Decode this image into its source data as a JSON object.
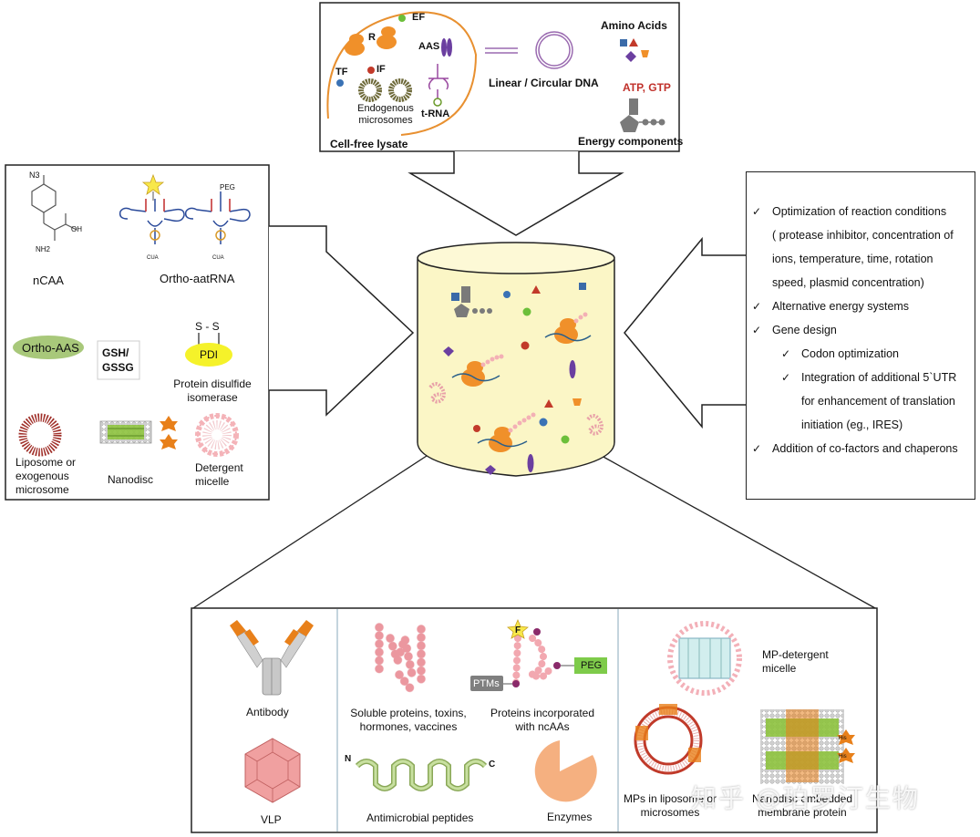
{
  "top_panel": {
    "lysate_label": "Cell-free lysate",
    "ef": "EF",
    "r": "R",
    "aas": "AAS",
    "tf": "TF",
    "if": "IF",
    "microsomes": "Endogenous\nmicrosomes",
    "trna": "t-RNA",
    "dna": "Linear / Circular DNA",
    "amino_acids": "Amino Acids",
    "atp_gtp": "ATP, GTP",
    "energy": "Energy components"
  },
  "left_panel": {
    "n3": "N3",
    "nh2": "NH2",
    "oh": "OH",
    "ncaa": "nCAA",
    "peg": "PEG",
    "cua1": "CUA",
    "cua2": "CUA",
    "ortho_aatrna": "Ortho-aatRNA",
    "ortho_aas": "Ortho-AAS",
    "gsh": "GSH/\nGSSG",
    "ss": "S - S",
    "pdi": "PDI",
    "pdi_label": "Protein disulfide\nisomerase",
    "liposome": "Liposome or\nexogenous\nmicrosome",
    "nanodisc": "Nanodisc",
    "detergent": "Detergent\nmicelle"
  },
  "right_panel": {
    "items": [
      {
        "level": 0,
        "text": "Optimization of reaction conditions"
      },
      {
        "level": -1,
        "text": "( protease inhibitor, concentration of"
      },
      {
        "level": -1,
        "text": "ions, temperature, time, rotation"
      },
      {
        "level": -1,
        "text": "speed,  plasmid concentration)"
      },
      {
        "level": 0,
        "text": "Alternative energy systems"
      },
      {
        "level": 0,
        "text": "Gene design"
      },
      {
        "level": 1,
        "text": "Codon optimization"
      },
      {
        "level": 1,
        "text": "Integration of additional 5`UTR"
      },
      {
        "level": -2,
        "text": "for enhancement of translation"
      },
      {
        "level": -2,
        "text": "initiation (eg., IRES)"
      },
      {
        "level": 0,
        "text": "Addition of co-factors and chaperons"
      }
    ]
  },
  "bottom_panel": {
    "antibody": "Antibody",
    "vlp": "VLP",
    "soluble": "Soluble proteins, toxins,\nhormones, vaccines",
    "ptms": "PTMs",
    "peg": "PEG",
    "f": "F",
    "ncaas": "Proteins incorporated\nwith ncAAs",
    "n": "N",
    "c": "C",
    "amp": "Antimicrobial peptides",
    "enzymes": "Enzymes",
    "mp_micelle": "MP-detergent\nmicelle",
    "mp_liposome": "MPs in liposome or\nmicrosomes",
    "nanodisc_mp": "Nanodisc embedded\nmembrane protein",
    "his1": "His",
    "his2": "His"
  },
  "watermark": "知乎 @珀罗汀生物",
  "colors": {
    "orange": "#f0902a",
    "cylinder": "#fbf6c6",
    "pink": "#f2a0a8",
    "green_amp": "#a6c878",
    "peg_green": "#7ecb4a",
    "atp_red": "#c0302a"
  }
}
